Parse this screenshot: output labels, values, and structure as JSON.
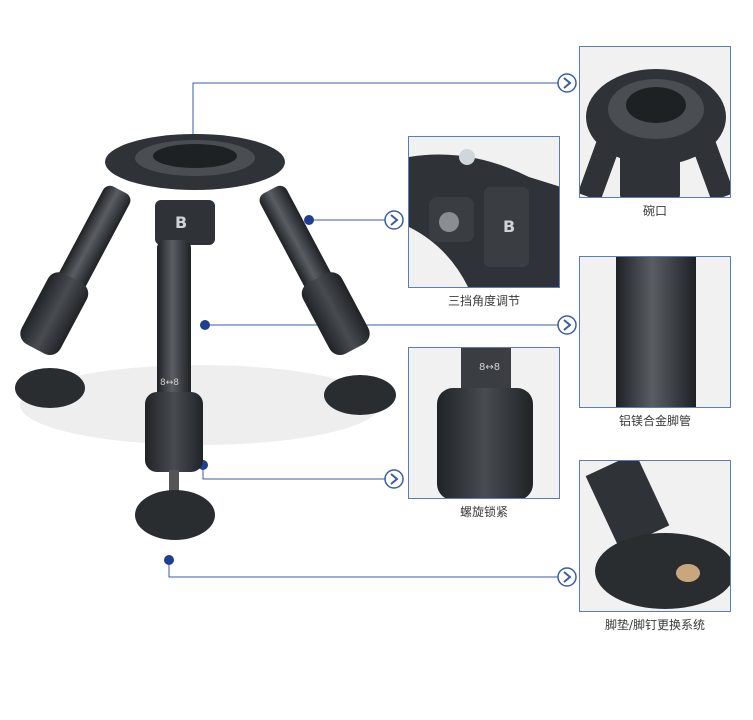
{
  "callouts": [
    {
      "id": "bowl",
      "label": "碗口"
    },
    {
      "id": "angle",
      "label": "三挡角度调节"
    },
    {
      "id": "tube",
      "label": "铝镁合金脚管"
    },
    {
      "id": "twist",
      "label": "螺旋锁紧"
    },
    {
      "id": "foot",
      "label": "脚垫/脚钉更换系统"
    }
  ],
  "colors": {
    "accent": "#3b5ca8",
    "metal": "#2f3236",
    "metal_light": "#5a5e63",
    "panel_border": "#5b7bbf"
  },
  "icons": {
    "arrow": "chevron-right-circle-icon",
    "dot": "callout-dot-icon"
  },
  "brand_mark": "B",
  "lock_marking": "8↔8"
}
